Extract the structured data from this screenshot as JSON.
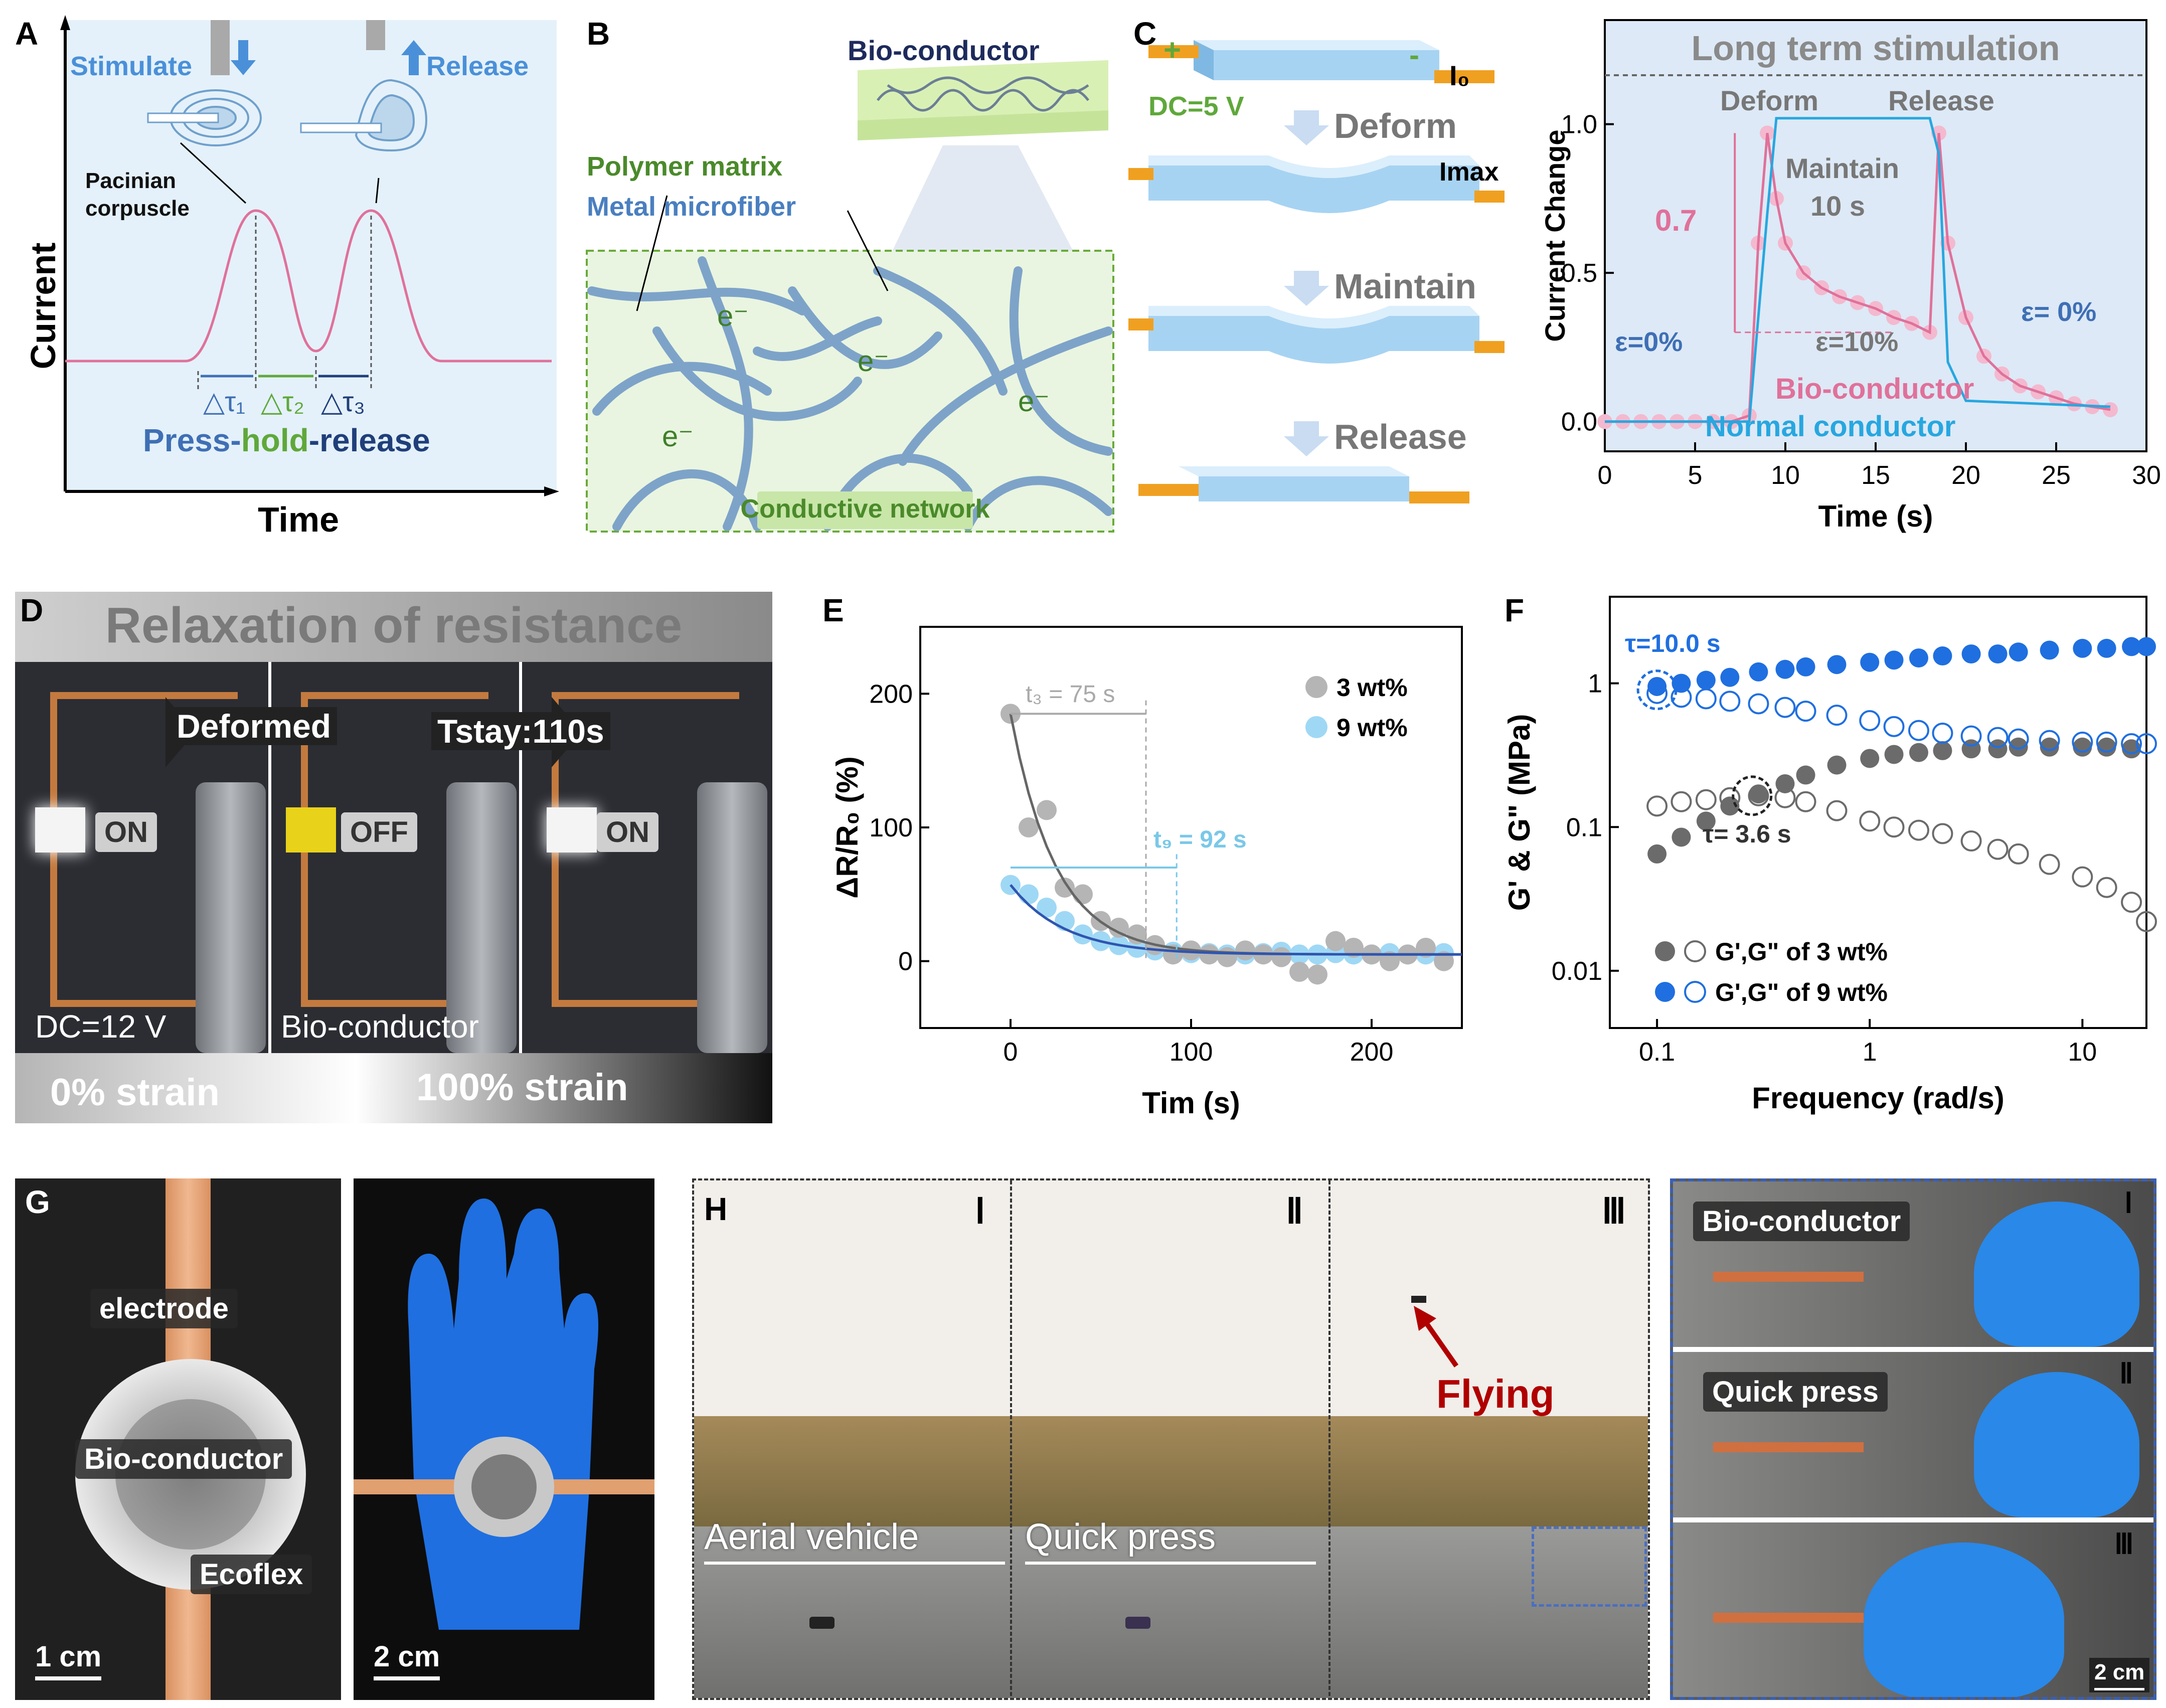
{
  "panels": {
    "A": {
      "label": "A",
      "stimulate": "Stimulate",
      "release": "Release",
      "corpuscle_line1": "Pacinian",
      "corpuscle_line2": "corpuscle",
      "ylabel": "Current",
      "xlabel": "Time",
      "tau1": "△τ₁",
      "tau2": "△τ₂",
      "tau3": "△τ₃",
      "press": "Press-",
      "hold": "hold",
      "rel": "-release"
    },
    "B": {
      "label": "B",
      "bioconductor": "Bio-conductor",
      "polymer": "Polymer matrix",
      "metal": "Metal microfiber",
      "network": "Conductive network",
      "e": "e⁻"
    },
    "C": {
      "label": "C",
      "plus": "+",
      "minus": "-",
      "dc": "DC=5 V",
      "i0": "I₀",
      "imax": "Imax",
      "deform": "Deform",
      "maintain": "Maintain",
      "release": "Release"
    },
    "C2": {
      "title": "Long term stimulation",
      "deform": "Deform",
      "release": "Release",
      "maintain": "Maintain",
      "maintain_s": "10 s",
      "v07": "0.7",
      "eps0": "ε=0%",
      "eps10": "ε=10%",
      "eps0b": "ε= 0%",
      "bio": "Bio-conductor",
      "normal": "Normal conductor",
      "ylabel": "Current Change",
      "xlabel": "Time (s)"
    },
    "D": {
      "label": "D",
      "title": "Relaxation of resistance",
      "deformed": "Deformed",
      "tstay": "Tstay:110s",
      "on1": "ON",
      "off": "OFF",
      "on2": "ON",
      "dc": "DC=12 V",
      "bio": "Bio-conductor",
      "s0": "0% strain",
      "s100": "100% strain"
    },
    "E": {
      "label": "E",
      "ylabel": "ΔR/R₀ (%)",
      "xlabel": "Tim (s)",
      "t3": "t₃ = 75 s",
      "t9": "t₉ = 92 s",
      "leg3": "3 wt%",
      "leg9": "9 wt%"
    },
    "F": {
      "label": "F",
      "ylabel": "G' & G\" (MPa)",
      "xlabel": "Frequency (rad/s)",
      "tau10": "τ=10.0 s",
      "tau36": "τ= 3.6 s",
      "leg3": "G',G\" of 3 wt%",
      "leg9": "G',G\" of 9 wt%"
    },
    "G": {
      "label": "G",
      "electrode": "electrode",
      "bio": "Bio-conductor",
      "ecoflex": "Ecoflex",
      "scale1": "1 cm",
      "scale2": "2 cm"
    },
    "H": {
      "label": "H",
      "I": "Ⅰ",
      "II": "Ⅱ",
      "III": "Ⅲ",
      "aerial": "Aerial vehicle",
      "quick": "Quick press",
      "flying": "Flying",
      "bio": "Bio-conductor",
      "quick2": "Quick press",
      "scale": "2 cm"
    }
  },
  "chart_data": [
    {
      "type": "line",
      "panel": "C",
      "title": "Long term stimulation",
      "xlabel": "Time (s)",
      "ylabel": "Current Change",
      "xlim": [
        0,
        30
      ],
      "ylim": [
        -0.1,
        1.35
      ],
      "xticks": [
        0,
        5,
        10,
        15,
        20,
        25,
        30
      ],
      "yticks": [
        0.0,
        0.5,
        1.0
      ],
      "series": [
        {
          "name": "Bio-conductor",
          "x": [
            0,
            1,
            2,
            3,
            4,
            5,
            6,
            7,
            8,
            8.5,
            9,
            9.5,
            10,
            11,
            12,
            13,
            14,
            15,
            16,
            17,
            18,
            18.5,
            19,
            20,
            21,
            22,
            23,
            24,
            25,
            26,
            27,
            28
          ],
          "y": [
            0,
            0,
            0,
            0,
            0,
            0,
            0,
            0,
            0.02,
            0.6,
            0.97,
            0.75,
            0.6,
            0.5,
            0.45,
            0.42,
            0.4,
            0.38,
            0.35,
            0.33,
            0.3,
            0.97,
            0.6,
            0.35,
            0.22,
            0.16,
            0.12,
            0.1,
            0.08,
            0.06,
            0.05,
            0.04
          ]
        },
        {
          "name": "Normal conductor",
          "x": [
            0,
            8,
            9,
            9.5,
            18,
            18.5,
            19,
            20,
            28
          ],
          "y": [
            0,
            0,
            0.7,
            1.02,
            1.02,
            0.9,
            0.2,
            0.07,
            0.05
          ]
        }
      ]
    },
    {
      "type": "scatter",
      "panel": "E",
      "xlabel": "Tim (s)",
      "ylabel": "ΔR/R₀ (%)",
      "xlim": [
        -50,
        250
      ],
      "ylim": [
        -50,
        250
      ],
      "xticks": [
        0,
        100,
        200
      ],
      "yticks": [
        0,
        100,
        200
      ],
      "series": [
        {
          "name": "3 wt%",
          "x": [
            0,
            10,
            20,
            30,
            40,
            50,
            60,
            70,
            80,
            90,
            100,
            110,
            120,
            130,
            140,
            150,
            160,
            170,
            180,
            190,
            200,
            210,
            220,
            230,
            240
          ],
          "y": [
            185,
            100,
            113,
            55,
            50,
            30,
            25,
            20,
            12,
            5,
            8,
            5,
            3,
            8,
            5,
            3,
            -8,
            -10,
            15,
            10,
            5,
            0,
            5,
            10,
            0
          ]
        },
        {
          "name": "9 wt%",
          "x": [
            0,
            10,
            20,
            30,
            40,
            50,
            60,
            70,
            80,
            90,
            100,
            110,
            120,
            130,
            140,
            150,
            160,
            170,
            180,
            190,
            200,
            210,
            220,
            230,
            240
          ],
          "y": [
            57,
            50,
            40,
            30,
            20,
            15,
            12,
            10,
            8,
            7,
            6,
            6,
            5,
            5,
            6,
            7,
            5,
            5,
            6,
            5,
            5,
            6,
            5,
            5,
            6
          ]
        }
      ]
    },
    {
      "type": "scatter",
      "panel": "F",
      "xlabel": "Frequency (rad/s)",
      "ylabel": "G' & G\" (MPa)",
      "xscale": "log",
      "yscale": "log",
      "xlim": [
        0.06,
        20
      ],
      "ylim": [
        0.004,
        4
      ],
      "xticks": [
        0.1,
        1,
        10
      ],
      "yticks": [
        0.01,
        0.1,
        1
      ],
      "series": [
        {
          "name": "G' of 3 wt%",
          "x": [
            0.1,
            0.13,
            0.17,
            0.22,
            0.3,
            0.4,
            0.5,
            0.7,
            1,
            1.3,
            1.7,
            2.2,
            3,
            4,
            5,
            7,
            10,
            13,
            17
          ],
          "y": [
            0.065,
            0.085,
            0.11,
            0.14,
            0.17,
            0.2,
            0.23,
            0.27,
            0.3,
            0.32,
            0.33,
            0.34,
            0.35,
            0.35,
            0.36,
            0.36,
            0.36,
            0.36,
            0.35
          ]
        },
        {
          "name": "G\" of 3 wt%",
          "x": [
            0.1,
            0.13,
            0.17,
            0.22,
            0.3,
            0.4,
            0.5,
            0.7,
            1,
            1.3,
            1.7,
            2.2,
            3,
            4,
            5,
            7,
            10,
            13,
            17,
            20
          ],
          "y": [
            0.14,
            0.15,
            0.155,
            0.16,
            0.165,
            0.16,
            0.15,
            0.13,
            0.11,
            0.1,
            0.095,
            0.09,
            0.08,
            0.07,
            0.065,
            0.055,
            0.045,
            0.038,
            0.03,
            0.022
          ]
        },
        {
          "name": "G' of 9 wt%",
          "x": [
            0.1,
            0.13,
            0.17,
            0.22,
            0.3,
            0.4,
            0.5,
            0.7,
            1,
            1.3,
            1.7,
            2.2,
            3,
            4,
            5,
            7,
            10,
            13,
            17,
            20
          ],
          "y": [
            0.95,
            1.0,
            1.05,
            1.1,
            1.2,
            1.25,
            1.3,
            1.35,
            1.4,
            1.45,
            1.5,
            1.55,
            1.6,
            1.6,
            1.65,
            1.7,
            1.75,
            1.75,
            1.8,
            1.8
          ]
        },
        {
          "name": "G\" of 9 wt%",
          "x": [
            0.1,
            0.13,
            0.17,
            0.22,
            0.3,
            0.4,
            0.5,
            0.7,
            1,
            1.3,
            1.7,
            2.2,
            3,
            4,
            5,
            7,
            10,
            13,
            17,
            20
          ],
          "y": [
            0.85,
            0.8,
            0.78,
            0.75,
            0.72,
            0.68,
            0.64,
            0.6,
            0.55,
            0.5,
            0.47,
            0.45,
            0.43,
            0.42,
            0.41,
            0.4,
            0.39,
            0.39,
            0.38,
            0.38
          ]
        }
      ]
    }
  ]
}
